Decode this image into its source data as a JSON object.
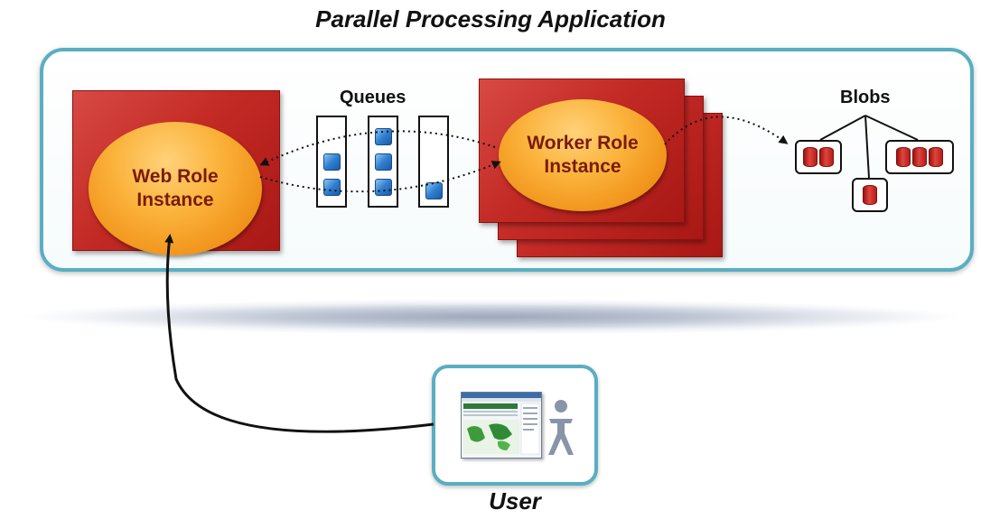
{
  "title": "Parallel Processing Application",
  "web_role": {
    "label": "Web Role\nInstance"
  },
  "worker_role": {
    "label": "Worker Role\nInstance"
  },
  "queues": {
    "label": "Queues"
  },
  "blobs": {
    "label": "Blobs"
  },
  "user": {
    "label": "User"
  },
  "colors": {
    "frame": "#5aaec2",
    "role_box": "#c32a25",
    "ellipse": "#fbb23a",
    "queue_message": "#2f7fd0",
    "blob": "#d4322c"
  },
  "icons": {
    "user_person": "person-icon",
    "user_screen": "browser-screenshot-icon"
  }
}
